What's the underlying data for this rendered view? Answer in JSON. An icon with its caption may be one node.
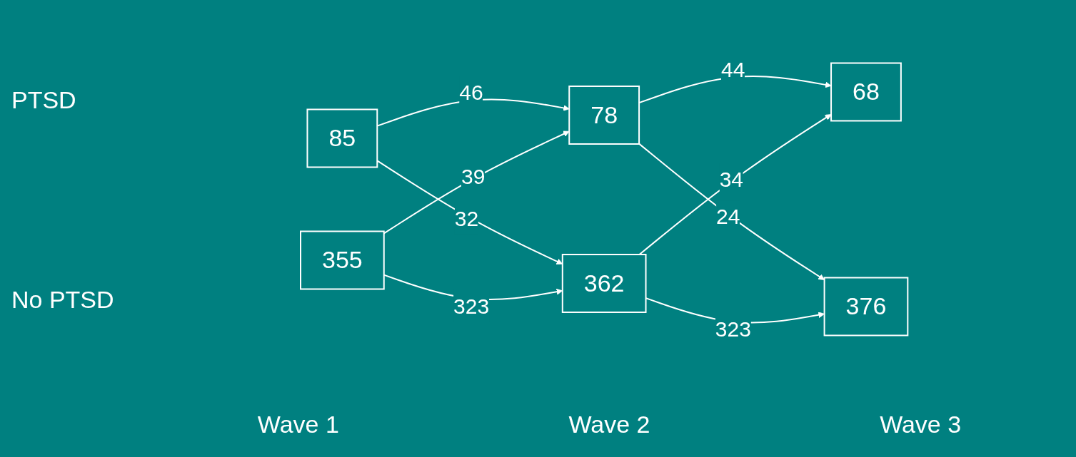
{
  "diagram": {
    "nodes": [
      {
        "text": [
          "85"
        ]
      },
      {
        "text": [
          "78"
        ]
      },
      {
        "text": [
          "68"
        ]
      },
      {
        "text": [
          "355"
        ]
      },
      {
        "text": [
          "362"
        ]
      },
      {
        "text": [
          "376"
        ]
      }
    ],
    "edges": [
      {
        "from": 0,
        "to": 1,
        "label": "46",
        "arrow": "to"
      },
      {
        "from": 0,
        "to": 4,
        "label": "32",
        "arrow": "to"
      },
      {
        "from": 3,
        "to": 1,
        "label": "39",
        "arrow": "to"
      },
      {
        "from": 3,
        "to": 4,
        "label": "323",
        "arrow": "to"
      },
      {
        "from": 1,
        "to": 2,
        "label": "44",
        "arrow": "to"
      },
      {
        "from": 1,
        "to": 5,
        "label": "24",
        "arrow": "to"
      },
      {
        "from": 4,
        "to": 2,
        "label": "34",
        "arrow": "to"
      },
      {
        "from": 4,
        "to": 5,
        "label": "323",
        "arrow": "to"
      }
    ],
    "labels": [
      "PTSD",
      "No PTSD",
      "Wave 1",
      "Wave 2",
      "Wave 3"
    ]
  }
}
